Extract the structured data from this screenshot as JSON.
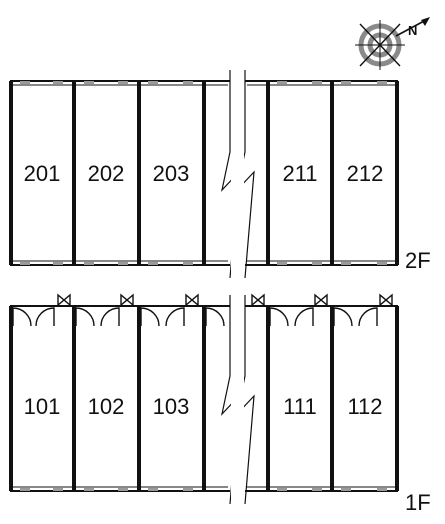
{
  "floors": [
    {
      "label": "2F",
      "units": [
        "201",
        "202",
        "203",
        "211",
        "212"
      ]
    },
    {
      "label": "1F",
      "units": [
        "101",
        "102",
        "103",
        "111",
        "112"
      ]
    }
  ],
  "compass": {
    "north_letter": "N"
  },
  "colors": {
    "wall": "#111111",
    "window": "#9a9a9a",
    "compass_ring": "#8a8a8a"
  }
}
